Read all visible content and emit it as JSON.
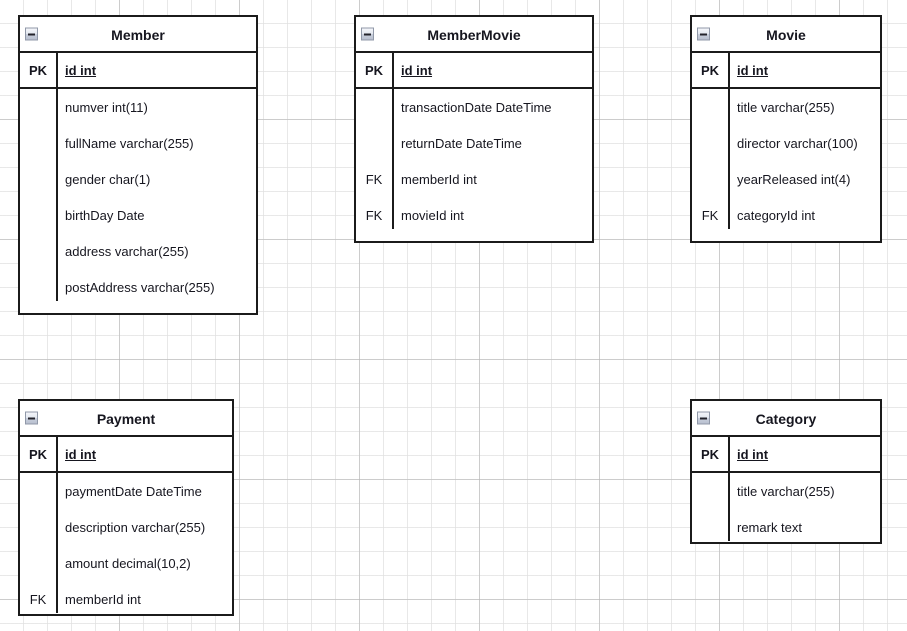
{
  "diagram": {
    "kind": "er-diagram",
    "collapse_icon": "collapse-minus-icon",
    "entities": [
      {
        "id": "member",
        "name": "Member",
        "pk": {
          "key": "PK",
          "attribute": "id int"
        },
        "attributes": [
          {
            "key": "",
            "attribute": "numver int(11)"
          },
          {
            "key": "",
            "attribute": "fullName varchar(255)"
          },
          {
            "key": "",
            "attribute": "gender char(1)"
          },
          {
            "key": "",
            "attribute": "birthDay Date"
          },
          {
            "key": "",
            "attribute": "address varchar(255)"
          },
          {
            "key": "",
            "attribute": "postAddress varchar(255)"
          }
        ]
      },
      {
        "id": "membermovie",
        "name": "MemberMovie",
        "pk": {
          "key": "PK",
          "attribute": "id int"
        },
        "attributes": [
          {
            "key": "",
            "attribute": "transactionDate DateTime"
          },
          {
            "key": "",
            "attribute": "returnDate DateTime"
          },
          {
            "key": "FK",
            "attribute": "memberId int"
          },
          {
            "key": "FK",
            "attribute": "movieId int"
          }
        ]
      },
      {
        "id": "movie",
        "name": "Movie",
        "pk": {
          "key": "PK",
          "attribute": "id int"
        },
        "attributes": [
          {
            "key": "",
            "attribute": "title varchar(255)"
          },
          {
            "key": "",
            "attribute": "director varchar(100)"
          },
          {
            "key": "",
            "attribute": "yearReleased int(4)"
          },
          {
            "key": "FK",
            "attribute": "categoryId int"
          }
        ]
      },
      {
        "id": "payment",
        "name": "Payment",
        "pk": {
          "key": "PK",
          "attribute": "id int"
        },
        "attributes": [
          {
            "key": "",
            "attribute": "paymentDate DateTime"
          },
          {
            "key": "",
            "attribute": "description varchar(255)"
          },
          {
            "key": "",
            "attribute": "amount decimal(10,2)"
          },
          {
            "key": "FK",
            "attribute": "memberId int"
          }
        ]
      },
      {
        "id": "category",
        "name": "Category",
        "pk": {
          "key": "PK",
          "attribute": "id int"
        },
        "attributes": [
          {
            "key": "",
            "attribute": "title varchar(255)"
          },
          {
            "key": "",
            "attribute": "remark text"
          }
        ]
      }
    ]
  },
  "colors": {
    "border": "#1b1b1b",
    "text": "#16161f",
    "canvas": "#ffffff",
    "grid_minor": "#e1e1e1",
    "grid_major": "#b4b4b4"
  }
}
